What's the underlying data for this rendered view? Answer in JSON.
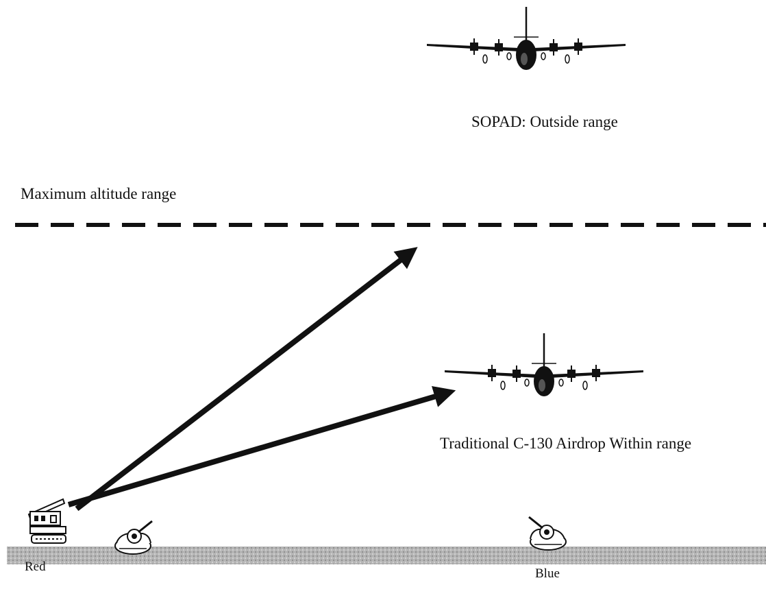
{
  "labels": {
    "sopad": "SOPAD:  Outside range",
    "max_altitude": "Maximum altitude range",
    "c130": "Traditional C-130 Airdrop Within range",
    "red": "Red",
    "blue": "Blue"
  },
  "colors": {
    "ink": "#111111",
    "ground": "#b8b8b8",
    "background": "#ffffff"
  },
  "icons": {
    "aircraft": "c130-aircraft-icon",
    "air_defense": "air-defense-vehicle-icon",
    "tank": "tank-icon"
  }
}
